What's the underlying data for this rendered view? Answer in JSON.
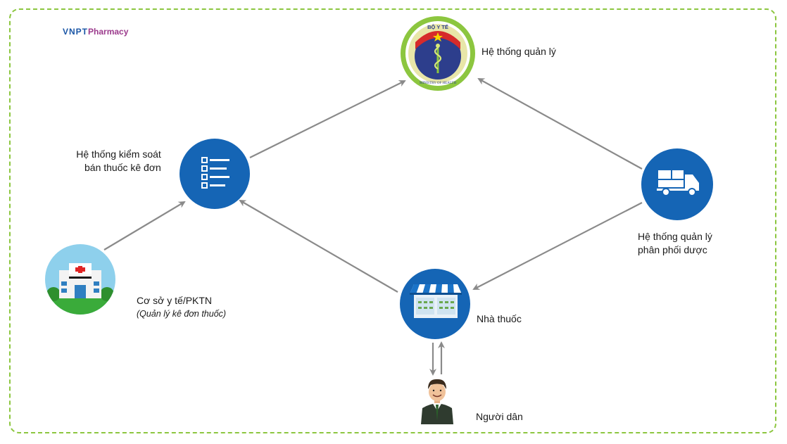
{
  "brand": {
    "part1": "VNPT",
    "part2": "Pharmacy"
  },
  "colors": {
    "frame": "#8cc63f",
    "node": "#1565b5",
    "arrow": "#8a8a8a",
    "brand_blue": "#1a56a6",
    "brand_purple": "#9b3a8c"
  },
  "nodes": {
    "ministry": {
      "label": "Hệ thống quản lý",
      "seal_top": "BỘ Y TẾ",
      "seal_bottom": "MINISTRY OF HEALTH",
      "icon": "ministry-of-health-seal-icon"
    },
    "control": {
      "line1": "Hệ thống kiểm soát",
      "line2": "bán thuốc kê đơn",
      "icon": "checklist-icon"
    },
    "distribution": {
      "line1": "Hệ thống quản lý",
      "line2": "phân phối dược",
      "icon": "truck-icon"
    },
    "hospital": {
      "line1": "Cơ sở y tế/PKTN",
      "line2": "(Quản lý kê đơn thuốc)",
      "icon": "hospital-icon"
    },
    "pharmacy": {
      "label": "Nhà thuốc",
      "icon": "pharmacy-store-icon"
    },
    "citizen": {
      "label": "Người dân",
      "icon": "person-icon"
    }
  }
}
